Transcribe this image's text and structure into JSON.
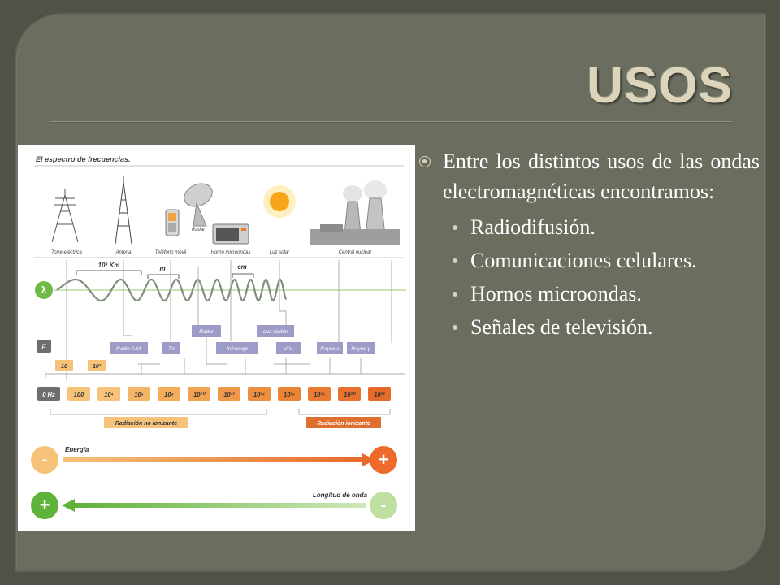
{
  "slide": {
    "title": "USOS",
    "intro": "Entre los distintos usos de las ondas electromagnéticas encontramos:",
    "uses": [
      "Radiodifusión.",
      "Comunicaciones celulares.",
      "Hornos microondas.",
      "Señales de televisión."
    ]
  },
  "figure": {
    "title": "El espectro de frecuencias.",
    "sources": [
      "Torre eléctrica",
      "Antena",
      "Teléfono móvil",
      "Radar",
      "Horno microondas",
      "Luz solar",
      "Central nuclear"
    ],
    "scale_labels": [
      "10³ Km",
      "m",
      "cm"
    ],
    "lambda_symbol": "λ",
    "f_symbol": "F",
    "bands": [
      "Radio A.M.",
      "TV",
      "Radar",
      "Infrarrojo",
      "Luz visible",
      "U.V.",
      "Rayos x",
      "Rayos γ"
    ],
    "low_freqs": [
      "10",
      "10³"
    ],
    "freq_axis": [
      "0 Hz",
      "100",
      "10⁴",
      "10⁶",
      "10⁸",
      "10¹⁰",
      "10¹²",
      "10¹⁴",
      "10¹⁶",
      "10¹⁸",
      "10²⁰",
      "10²²"
    ],
    "radiation": [
      "Radiación no ionizante",
      "Radiación ionizante"
    ],
    "energy_label": "Energía",
    "wavelength_label": "Longitud de onda",
    "minus": "-",
    "plus": "+",
    "colors": {
      "orange": "#f0893a",
      "light_orange": "#f6c27a",
      "green": "#6dbb45",
      "light_green": "#bfe0a0",
      "lavender": "#9d9bc8",
      "grey_box": "#6e6e6e"
    }
  }
}
